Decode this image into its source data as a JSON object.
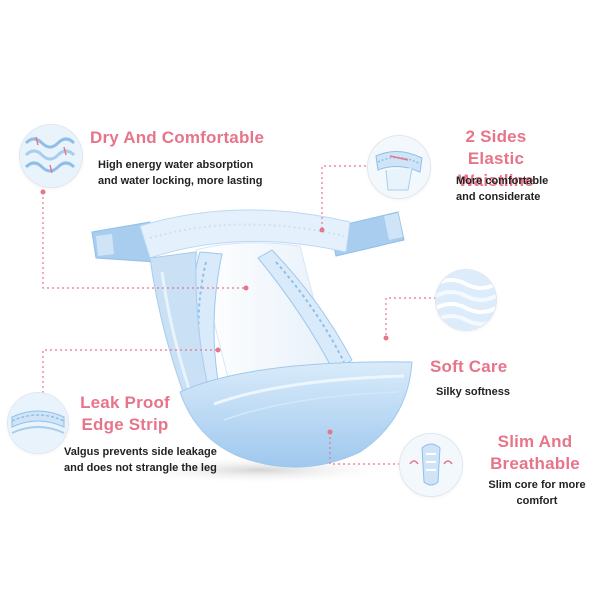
{
  "features": {
    "dry": {
      "title": "Dry And Comfortable",
      "desc_lines": [
        "High energy water absorption",
        "and water locking, more lasting"
      ],
      "icon": "absorption-waves-icon"
    },
    "waist": {
      "title_lines": [
        "2 Sides Elastic",
        "Waistline"
      ],
      "desc_lines": [
        "More comfortable",
        "and considerate"
      ],
      "icon": "elastic-waistband-icon"
    },
    "soft": {
      "title": "Soft Care",
      "desc_lines": [
        "Silky softness"
      ],
      "icon": "soft-fabric-icon"
    },
    "leak": {
      "title_lines": [
        "Leak Proof",
        "Edge Strip"
      ],
      "desc_lines": [
        "Valgus prevents side leakage",
        "and does not strangle the leg"
      ],
      "icon": "leak-guard-icon"
    },
    "slim": {
      "title_lines": [
        "Slim And",
        "Breathable"
      ],
      "desc_lines": [
        "Slim core for more",
        "comfort"
      ],
      "icon": "breathable-core-icon"
    }
  },
  "colors": {
    "accent": "#e8748a",
    "text": "#222222",
    "diaper": "#bcd9f3",
    "diaper_dark": "#8fbfe9",
    "diaper_light": "#e9f3fc",
    "leader": "#e8748a"
  }
}
